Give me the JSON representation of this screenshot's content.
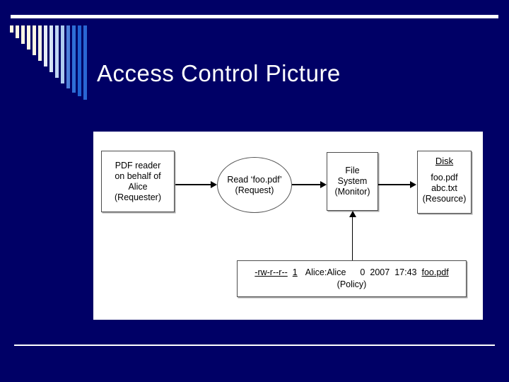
{
  "slide": {
    "title": "Access Control Picture",
    "background_color": "#000066",
    "rule_color": "#ffffff"
  },
  "decoration": {
    "name": "bar-fan",
    "bar_count": 14,
    "colors": [
      "#fdf6e3",
      "#fdf6e3",
      "#fdf6e3",
      "#fdf6e3",
      "#fdf6e3",
      "#f4f3e4",
      "#e8eef7",
      "#d6e3f5",
      "#c2d7f2",
      "#aecbee",
      "#4d7fd9",
      "#2f6fd6",
      "#1f62d2",
      "#2a66d4"
    ],
    "heights": [
      10,
      18,
      26,
      34,
      42,
      50,
      58,
      66,
      74,
      82,
      89,
      95,
      100,
      105
    ]
  },
  "diagram": {
    "panel_background": "#ffffff",
    "nodes": {
      "requester": {
        "shape": "box",
        "lines": [
          "PDF reader",
          "on behalf of",
          "Alice",
          "(Requester)"
        ]
      },
      "request": {
        "shape": "ellipse",
        "lines": [
          "Read ‘foo.pdf’",
          "(Request)"
        ]
      },
      "monitor": {
        "shape": "box",
        "lines": [
          "File",
          "System",
          "(Monitor)"
        ]
      },
      "resource": {
        "shape": "box",
        "title": "Disk",
        "lines": [
          "foo.pdf",
          "abc.txt",
          "(Resource)"
        ]
      },
      "policy": {
        "shape": "box",
        "permissions": "-rw-r--r--",
        "link_count": "1",
        "owner_group": "Alice:Alice",
        "size": "0",
        "year": "2007",
        "time": "17:43",
        "filename": "foo.pdf",
        "caption": "(Policy)"
      }
    },
    "connectors": [
      {
        "name": "requester-to-request",
        "from": "requester",
        "to": "request",
        "direction": "right"
      },
      {
        "name": "request-to-monitor",
        "from": "request",
        "to": "monitor",
        "direction": "right"
      },
      {
        "name": "monitor-to-resource",
        "from": "monitor",
        "to": "resource",
        "direction": "right"
      },
      {
        "name": "policy-to-monitor",
        "from": "policy",
        "to": "monitor",
        "direction": "up"
      }
    ]
  }
}
